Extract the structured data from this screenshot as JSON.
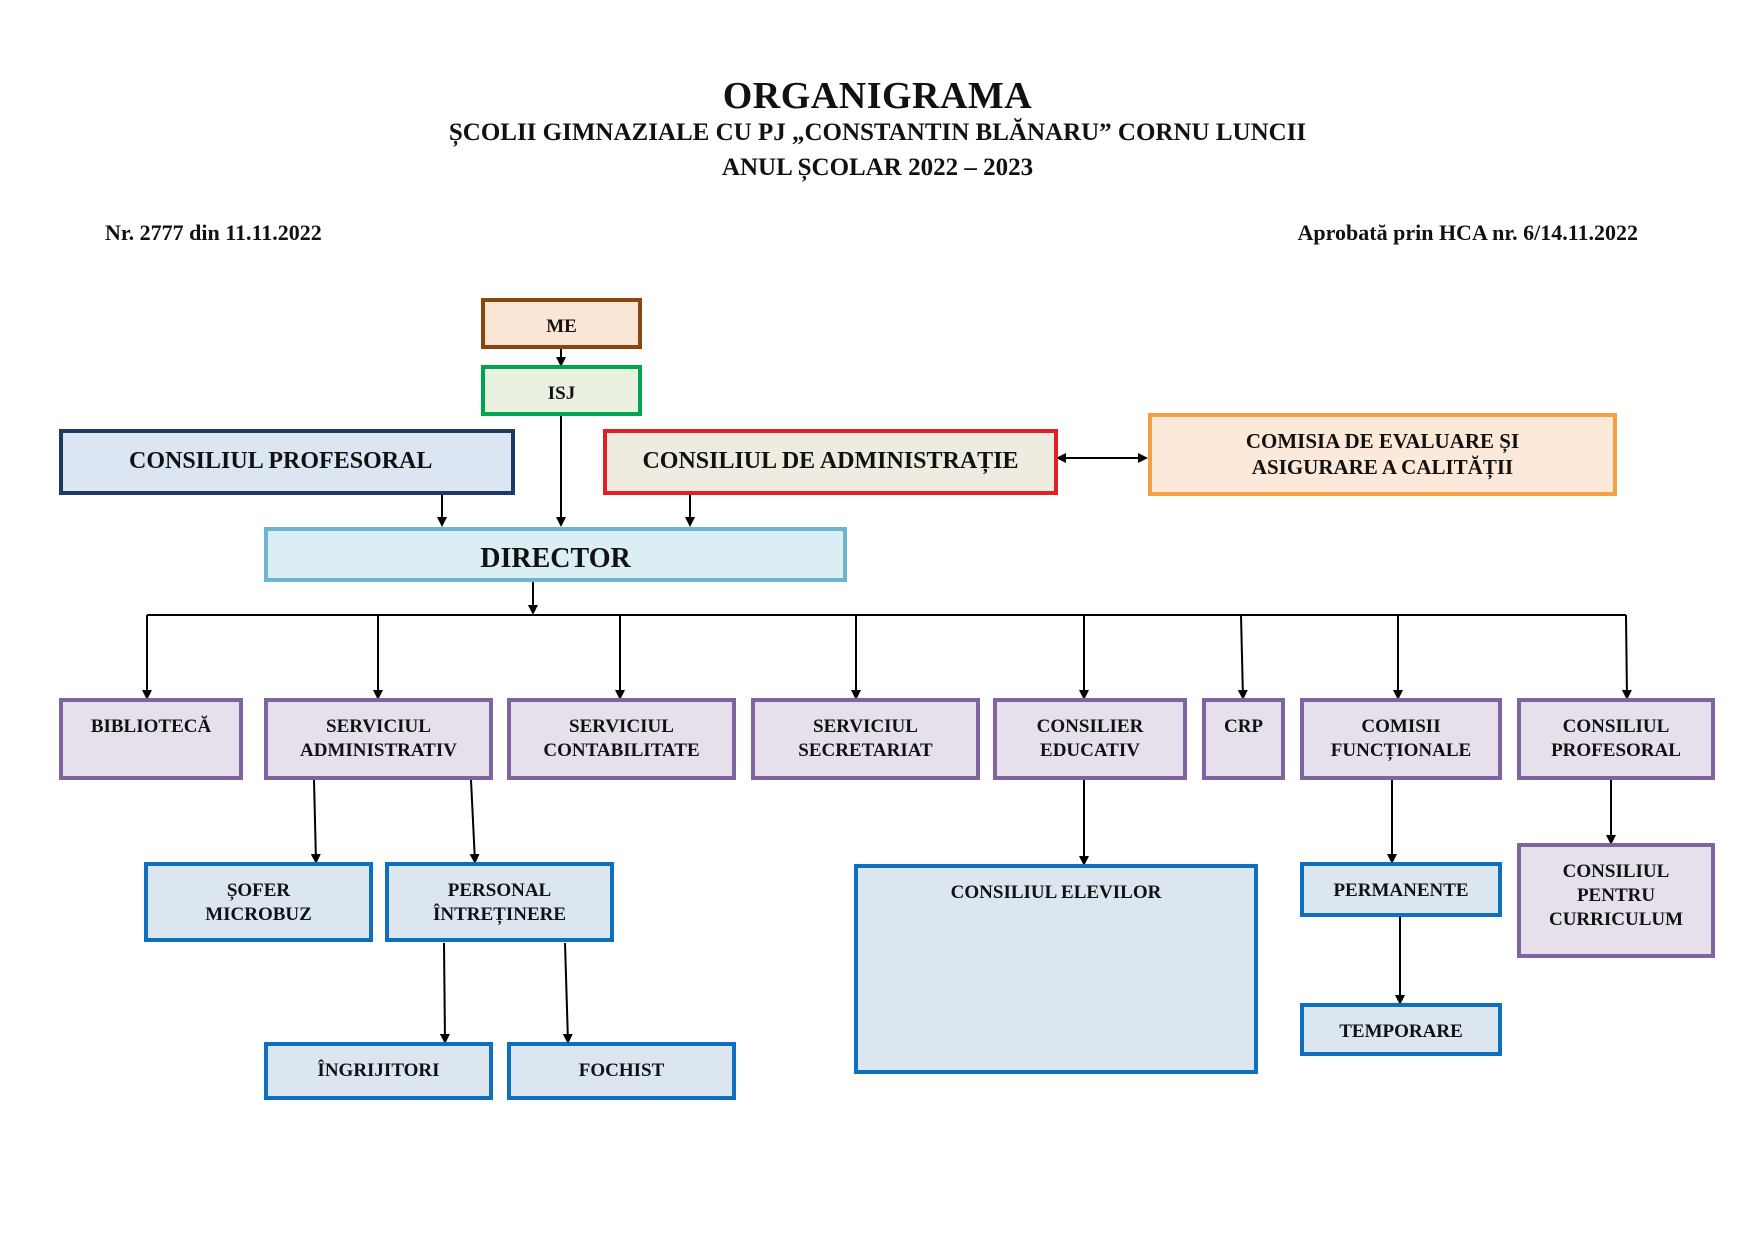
{
  "header": {
    "title": "ORGANIGRAMA",
    "subtitle_line1": "ȘCOLII GIMNAZIALE CU PJ „CONSTANTIN BLĂNARU” CORNU LUNCII",
    "subtitle_line2": "ANUL ȘCOLAR 2022 – 2023",
    "doc_number": "Nr. 2777 din 11.11.2022",
    "approval": "Aprobată prin HCA nr. 6/14.11.2022"
  },
  "nodes": {
    "me": {
      "text": "ME",
      "color": "#8B4513"
    },
    "isj": {
      "text": "ISJ",
      "color": "#00A550"
    },
    "consiliul_profesoral_top": {
      "text": "CONSILIUL PROFESORAL",
      "color": "#1F3864"
    },
    "consiliul_administratie": {
      "text": "CONSILIUL DE ADMINISTRAȚIE",
      "color": "#E31E24"
    },
    "comisia_evaluare": {
      "line1": "COMISIA DE EVALUARE ȘI",
      "line2": "ASIGURARE A CALITĂȚII",
      "color": "#F4A04A"
    },
    "director": {
      "text": "DIRECTOR",
      "color": "#6CB4CF"
    },
    "biblioteca": {
      "text": "BIBLIOTECĂ",
      "color": "#8064A2"
    },
    "serviciul_administrativ": {
      "line1": "SERVICIUL",
      "line2": "ADMINISTRATIV",
      "color": "#8064A2"
    },
    "serviciul_contabilitate": {
      "line1": "SERVICIUL",
      "line2": "CONTABILITATE",
      "color": "#8064A2"
    },
    "serviciul_secretariat": {
      "line1": "SERVICIUL",
      "line2": "SECRETARIAT",
      "color": "#8064A2"
    },
    "consilier_educativ": {
      "line1": "CONSILIER",
      "line2": "EDUCATIV",
      "color": "#8064A2"
    },
    "crp": {
      "text": "CRP",
      "color": "#8064A2"
    },
    "comisii_functionale": {
      "line1": "COMISII",
      "line2": "FUNCȚIONALE",
      "color": "#8064A2"
    },
    "consiliul_profesoral_bottom": {
      "line1": "CONSILIUL",
      "line2": "PROFESORAL",
      "color": "#8064A2"
    },
    "sofer_microbuz": {
      "line1": "ȘOFER",
      "line2": "MICROBUZ",
      "color": "#0F6FBF"
    },
    "personal_intretinere": {
      "line1": "PERSONAL",
      "line2": "ÎNTREȚINERE",
      "color": "#0F6FBF"
    },
    "ingrijitori": {
      "text": "ÎNGRIJITORI",
      "color": "#0F6FBF"
    },
    "fochist": {
      "text": "FOCHIST",
      "color": "#0F6FBF"
    },
    "consiliul_elevilor": {
      "text": "CONSILIUL ELEVILOR",
      "color": "#0F6FBF"
    },
    "permanente": {
      "text": "PERMANENTE",
      "color": "#0F6FBF"
    },
    "temporare": {
      "text": "TEMPORARE",
      "color": "#0F6FBF"
    },
    "consiliul_curriculum": {
      "line1": "CONSILIUL",
      "line2": "PENTRU",
      "line3": "CURRICULUM",
      "color": "#8064A2"
    }
  }
}
